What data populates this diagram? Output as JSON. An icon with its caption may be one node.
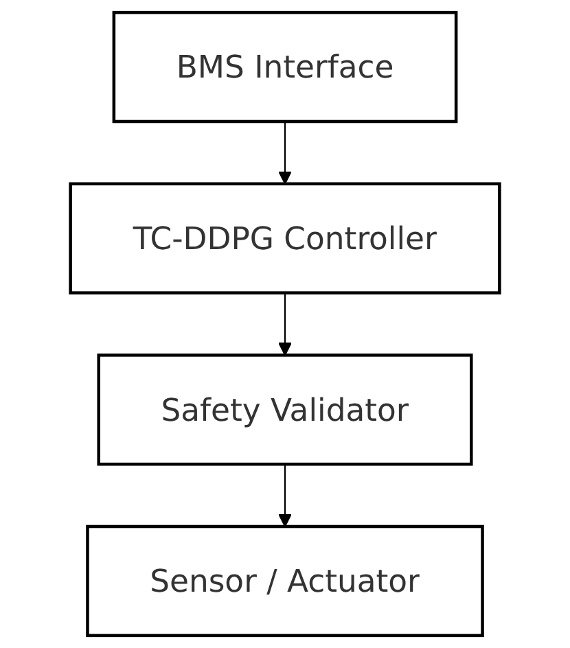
{
  "diagram": {
    "nodes": [
      {
        "text": [
          "BMS Interface"
        ]
      },
      {
        "text": [
          "TC-DDPG Controller"
        ]
      },
      {
        "text": [
          "Safety Validator"
        ]
      },
      {
        "text": [
          "Sensor / Actuator"
        ]
      }
    ],
    "edges": [
      {
        "from": 0,
        "to": 1,
        "arrow": "to"
      },
      {
        "from": 1,
        "to": 2,
        "arrow": "to"
      },
      {
        "from": 2,
        "to": 3,
        "arrow": "to"
      }
    ]
  }
}
